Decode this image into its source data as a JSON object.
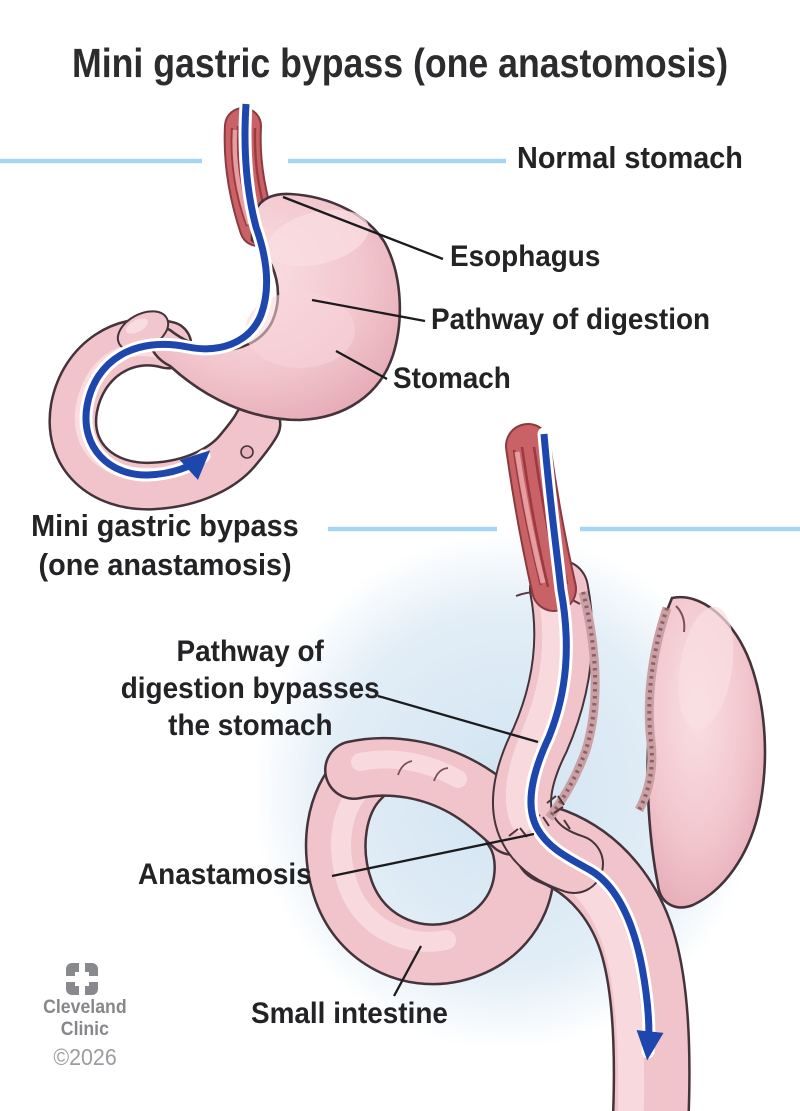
{
  "title": "Mini gastric bypass (one anastomosis)",
  "normal_section": {
    "heading": "Normal stomach",
    "labels": {
      "esophagus": "Esophagus",
      "pathway": "Pathway of digestion",
      "stomach": "Stomach"
    }
  },
  "bypass_section": {
    "heading_line1": "Mini gastric bypass",
    "heading_line2": "(one anastamosis)",
    "labels": {
      "pathway_line1": "Pathway of",
      "pathway_line2": "digestion bypasses",
      "pathway_line3": "the stomach",
      "anastamosis": "Anastamosis",
      "small_intestine": "Small intestine"
    }
  },
  "footer": {
    "logo_icon": "cleveland-clinic-mark",
    "brand_line1": "Cleveland",
    "brand_line2": "Clinic",
    "copyright": "©2026"
  },
  "colors": {
    "accent_rule_blue": "#a5d7f4",
    "pathway_blue": "#1d47ad",
    "organ_pink": "#f1c3ca",
    "organ_outline": "#45333b",
    "esophagus_red": "#c96266",
    "staple_brown": "#9c7276",
    "glow_blue": "#d3e4f2",
    "text_dark": "#232325",
    "brand_gray": "#87898c"
  }
}
